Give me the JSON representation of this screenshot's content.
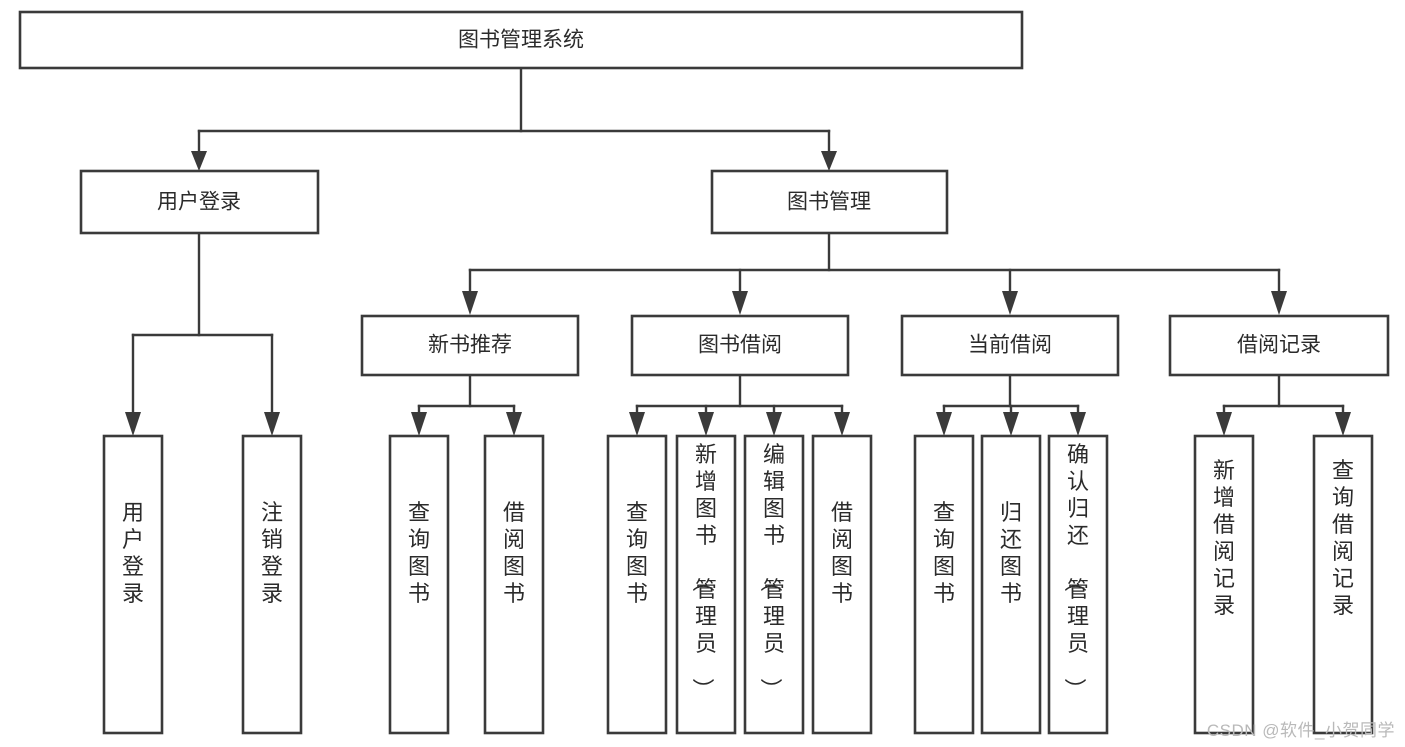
{
  "diagram": {
    "title": "图书管理系统",
    "type": "tree-hierarchy",
    "orientation": "top-down",
    "colors": {
      "stroke": "#3a3a3a",
      "fill": "#ffffff",
      "text": "#2b2b2b",
      "watermark": "#b9b9b9"
    },
    "root": {
      "label": "图书管理系统"
    },
    "level2": [
      {
        "label": "用户登录"
      },
      {
        "label": "图书管理"
      }
    ],
    "level3": [
      {
        "label": "新书推荐"
      },
      {
        "label": "图书借阅"
      },
      {
        "label": "当前借阅"
      },
      {
        "label": "借阅记录"
      }
    ],
    "leaves": {
      "user_login": [
        {
          "label": "用户登录"
        },
        {
          "label": "注销登录"
        }
      ],
      "new_book_recommend": [
        {
          "label": "查询图书"
        },
        {
          "label": "借阅图书"
        }
      ],
      "book_borrow": [
        {
          "label": "查询图书"
        },
        {
          "label": "新增图书（管理员）"
        },
        {
          "label": "编辑图书（管理员）"
        },
        {
          "label": "借阅图书"
        }
      ],
      "current_borrow": [
        {
          "label": "查询图书"
        },
        {
          "label": "归还图书"
        },
        {
          "label": "确认归还（管理员）"
        }
      ],
      "borrow_record": [
        {
          "label": "新增借阅记录"
        },
        {
          "label": "查询借阅记录"
        }
      ]
    }
  },
  "watermark": {
    "text": "CSDN @软件_小贺同学"
  }
}
